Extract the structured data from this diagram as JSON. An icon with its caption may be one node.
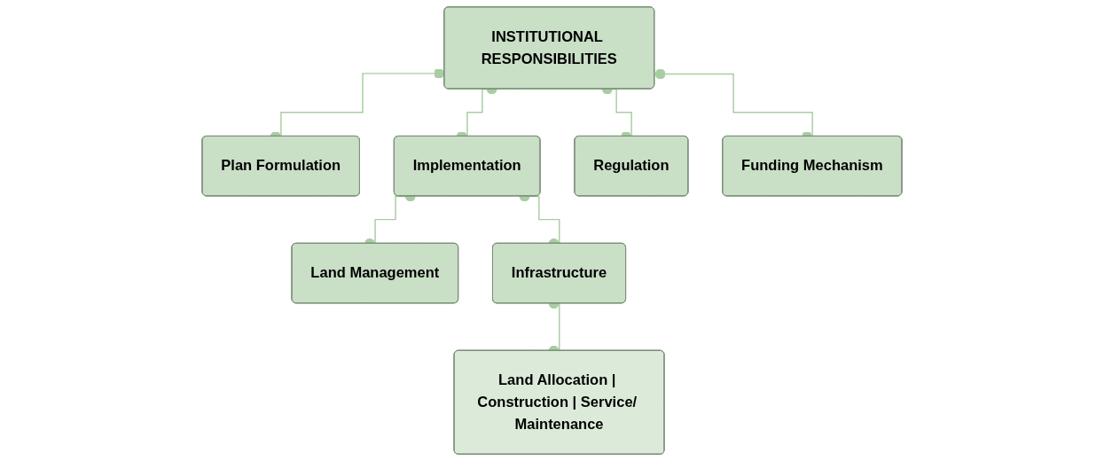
{
  "diagram": {
    "nodes": [
      {
        "text": [
          "INSTITUTIONAL RESPONSIBILITIES"
        ]
      },
      {
        "text": [
          "Plan Formulation"
        ]
      },
      {
        "text": [
          "Implementation"
        ]
      },
      {
        "text": [
          "Regulation"
        ]
      },
      {
        "text": [
          "Funding Mechanism"
        ]
      },
      {
        "text": [
          "Land Management"
        ]
      },
      {
        "text": [
          "Infrastructure"
        ]
      },
      {
        "text": [
          "Land Allocation | Construction | Service/ Maintenance"
        ]
      }
    ],
    "edges": [
      {
        "from": 0,
        "to": 1,
        "arrow": "other"
      },
      {
        "from": 0,
        "to": 2,
        "arrow": "other"
      },
      {
        "from": 0,
        "to": 3,
        "arrow": "other"
      },
      {
        "from": 0,
        "to": 4,
        "arrow": "other"
      },
      {
        "from": 2,
        "to": 5,
        "arrow": "other"
      },
      {
        "from": 2,
        "to": 6,
        "arrow": "other"
      },
      {
        "from": 6,
        "to": 7,
        "arrow": "other"
      }
    ]
  }
}
